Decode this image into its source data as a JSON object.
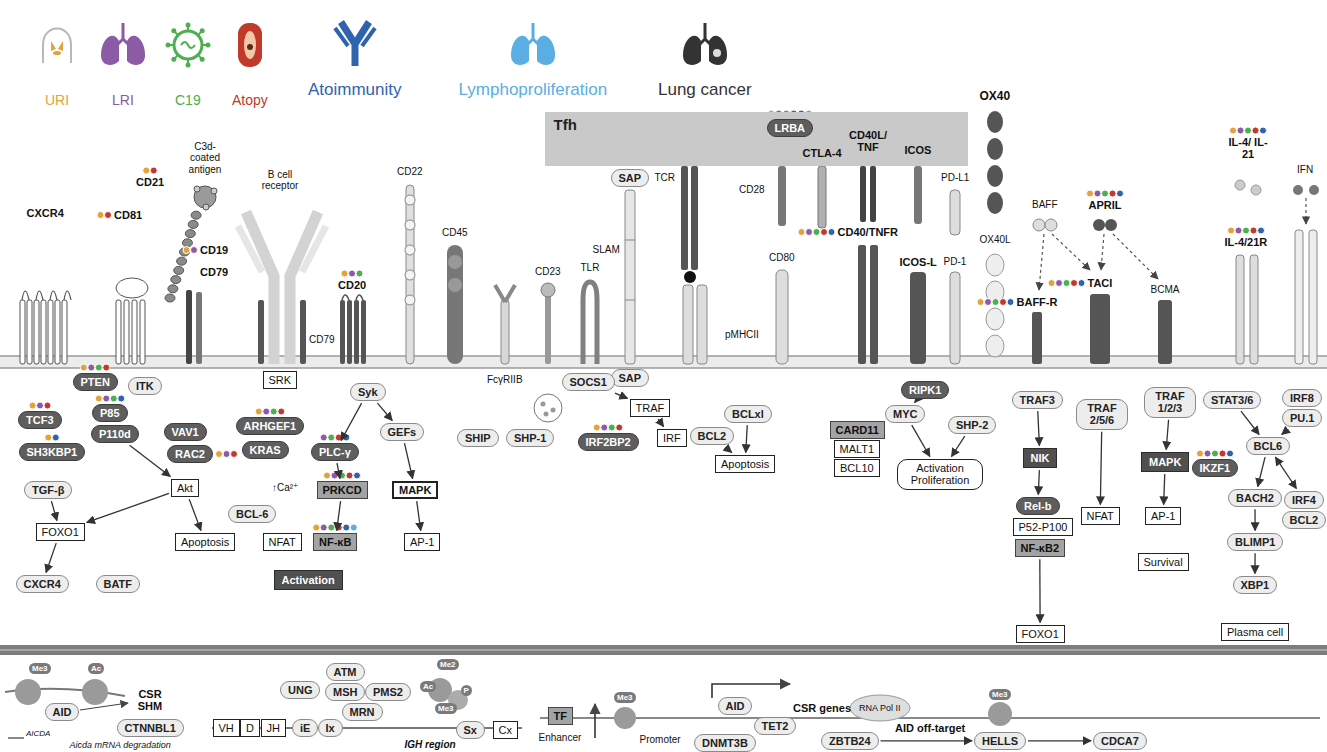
{
  "diagram": {
    "nodes": [
      {
        "text": [
          "Tfh"
        ]
      },
      {
        "text": [
          "LRBA"
        ],
        "in": 0
      },
      {
        "text": [
          "SAP"
        ]
      },
      {
        "text": [
          "SAP"
        ]
      },
      {
        "text": [
          "PTEN"
        ]
      },
      {
        "text": [
          "ITK"
        ]
      },
      {
        "text": [
          "TCF3"
        ]
      },
      {
        "text": [
          "P85"
        ]
      },
      {
        "text": [
          "P110d"
        ]
      },
      {
        "text": [
          "SH3KBP1"
        ]
      },
      {
        "text": [
          "VAV1"
        ]
      },
      {
        "text": [
          "RAC2"
        ]
      },
      {
        "text": [
          "ARHGEF1"
        ]
      },
      {
        "text": [
          "KRAS"
        ]
      },
      {
        "text": [
          "SRK"
        ]
      },
      {
        "text": [
          "Syk"
        ]
      },
      {
        "text": [
          "PLC-γ"
        ]
      },
      {
        "text": [
          "GEFs"
        ]
      },
      {
        "text": [
          "SHIP"
        ]
      },
      {
        "text": [
          "SHP-1"
        ]
      },
      {
        "text": [
          "TGF-β"
        ]
      },
      {
        "text": [
          "Akt"
        ]
      },
      {
        "text": [
          "BCL-6"
        ]
      },
      {
        "text": [
          "Apoptosis"
        ]
      },
      {
        "text": [
          "FOXO1"
        ]
      },
      {
        "text": [
          "CXCR4"
        ]
      },
      {
        "text": [
          "BATF"
        ]
      },
      {
        "text": [
          "PRKCD"
        ]
      },
      {
        "text": [
          "NFAT"
        ]
      },
      {
        "text": [
          "NF-κB"
        ]
      },
      {
        "text": [
          "Activation"
        ]
      },
      {
        "text": [
          "MAPK"
        ]
      },
      {
        "text": [
          "AP-1"
        ]
      },
      {
        "text": [
          "SOCS1"
        ]
      },
      {
        "text": [
          "TRAF"
        ]
      },
      {
        "text": [
          "IRF2BP2"
        ]
      },
      {
        "text": [
          "IRF"
        ]
      },
      {
        "text": [
          "RIPK1"
        ]
      },
      {
        "text": [
          "BCLxl"
        ]
      },
      {
        "text": [
          "BCL2"
        ]
      },
      {
        "text": [
          "Apoptosis"
        ]
      },
      {
        "text": [
          "CARD11"
        ]
      },
      {
        "text": [
          "MALT1"
        ]
      },
      {
        "text": [
          "BCL10"
        ]
      },
      {
        "text": [
          "MYC"
        ]
      },
      {
        "text": [
          "SHP-2"
        ]
      },
      {
        "text": [
          "Activation Proliferation"
        ]
      },
      {
        "text": [
          "TRAF3"
        ]
      },
      {
        "text": [
          "TRAF 2/5/6"
        ]
      },
      {
        "text": [
          "TRAF 1/2/3"
        ]
      },
      {
        "text": [
          "NIK"
        ]
      },
      {
        "text": [
          "MAPK"
        ]
      },
      {
        "text": [
          "Rel-b"
        ]
      },
      {
        "text": [
          "P52-P100"
        ]
      },
      {
        "text": [
          "NF-κB2"
        ]
      },
      {
        "text": [
          "NFAT"
        ]
      },
      {
        "text": [
          "AP-1"
        ]
      },
      {
        "text": [
          "Survival"
        ]
      },
      {
        "text": [
          "FOXO1"
        ]
      },
      {
        "text": [
          "STAT3/6"
        ]
      },
      {
        "text": [
          "IRF8"
        ]
      },
      {
        "text": [
          "PU.1"
        ]
      },
      {
        "text": [
          "BCL6"
        ]
      },
      {
        "text": [
          "IKZF1"
        ]
      },
      {
        "text": [
          "BACH2"
        ]
      },
      {
        "text": [
          "IRF4"
        ]
      },
      {
        "text": [
          "BCL2"
        ]
      },
      {
        "text": [
          "BLIMP1"
        ]
      },
      {
        "text": [
          "XBP1"
        ]
      },
      {
        "text": [
          "Plasma cell"
        ]
      },
      {
        "text": [
          "Me3"
        ]
      },
      {
        "text": [
          "Ac"
        ]
      },
      {
        "text": [
          "AID"
        ]
      },
      {
        "text": [
          "CTNNBL1"
        ]
      },
      {
        "text": [
          "VH"
        ]
      },
      {
        "text": [
          "D"
        ]
      },
      {
        "text": [
          "JH"
        ]
      },
      {
        "text": [
          "iE"
        ]
      },
      {
        "text": [
          "Ix"
        ]
      },
      {
        "text": [
          "UNG"
        ]
      },
      {
        "text": [
          "ATM"
        ]
      },
      {
        "text": [
          "MSH"
        ]
      },
      {
        "text": [
          "PMS2"
        ]
      },
      {
        "text": [
          "MRN"
        ]
      },
      {
        "text": [
          "Me2"
        ]
      },
      {
        "text": [
          "Ac"
        ]
      },
      {
        "text": [
          "P"
        ]
      },
      {
        "text": [
          "Me3"
        ]
      },
      {
        "text": [
          "Sx"
        ]
      },
      {
        "text": [
          "Cx"
        ]
      },
      {
        "text": [
          "TF"
        ]
      },
      {
        "text": [
          "Me3"
        ]
      },
      {
        "text": [
          "AID"
        ]
      },
      {
        "text": [
          "DNMT3B"
        ]
      },
      {
        "text": [
          "TET2"
        ]
      },
      {
        "text": [
          "Me3"
        ]
      },
      {
        "text": [
          "ZBTB24"
        ]
      },
      {
        "text": [
          "HELLS"
        ]
      },
      {
        "text": [
          "CDCA7"
        ]
      }
    ],
    "edges": [
      {
        "from": 8,
        "to": 21,
        "arrow": "to"
      },
      {
        "from": 21,
        "to": 23,
        "arrow": "to"
      },
      {
        "from": 21,
        "to": 24,
        "arrow": "to"
      },
      {
        "from": 20,
        "to": 24,
        "arrow": "to"
      },
      {
        "from": 24,
        "to": 25,
        "arrow": "to"
      },
      {
        "from": 15,
        "to": 16,
        "arrow": "to"
      },
      {
        "from": 15,
        "to": 17,
        "arrow": "to"
      },
      {
        "from": 16,
        "to": 27,
        "arrow": "to"
      },
      {
        "from": 27,
        "to": 29,
        "arrow": "to"
      },
      {
        "from": 17,
        "to": 31,
        "arrow": "to"
      },
      {
        "from": 31,
        "to": 32,
        "arrow": "to"
      },
      {
        "from": 33,
        "to": 34,
        "arrow": "to"
      },
      {
        "from": 34,
        "to": 36,
        "arrow": "to"
      },
      {
        "from": 38,
        "to": 40,
        "arrow": "to"
      },
      {
        "from": 39,
        "to": 40,
        "arrow": "to"
      },
      {
        "from": 37,
        "to": 44,
        "arrow": "to"
      },
      {
        "from": 44,
        "to": 46,
        "arrow": "to"
      },
      {
        "from": 45,
        "to": 46,
        "arrow": "to"
      },
      {
        "from": 47,
        "to": 50,
        "arrow": "to"
      },
      {
        "from": 50,
        "to": 52,
        "arrow": "to"
      },
      {
        "from": 54,
        "to": 58,
        "arrow": "to"
      },
      {
        "from": 48,
        "to": 55,
        "arrow": "to"
      },
      {
        "from": 49,
        "to": 51,
        "arrow": "to"
      },
      {
        "from": 51,
        "to": 56,
        "arrow": "to"
      },
      {
        "from": 59,
        "to": 62,
        "arrow": "to"
      },
      {
        "from": 61,
        "to": 62,
        "arrow": "to"
      },
      {
        "from": 62,
        "to": 64,
        "arrow": "to"
      },
      {
        "from": 62,
        "to": 65,
        "arrow": "both"
      },
      {
        "from": 64,
        "to": 67,
        "arrow": "to"
      },
      {
        "from": 67,
        "to": 68,
        "arrow": "to"
      },
      {
        "from": 96,
        "to": 97,
        "arrow": "to"
      },
      {
        "from": 97,
        "to": 98,
        "arrow": "to"
      }
    ],
    "labels": [
      "C3d- coated antigen",
      "CD21",
      "CXCR4",
      "CD81",
      "CD19",
      "CD79",
      "B cell receptor",
      "CD22",
      "CD45",
      "CD20",
      "CD79",
      "FcγRIIB",
      "CD23",
      "TLR",
      "SLAM",
      "TCR",
      "pMHCII",
      "CD28",
      "CTLA-4",
      "CD80",
      "CD40L/ TNF",
      "CD40/TNFR",
      "ICOS",
      "ICOS-L",
      "PD-L1",
      "PD-1",
      "OX40",
      "OX40L",
      "BAFF",
      "APRIL",
      "BAFF-R",
      "TACI",
      "BCMA",
      "IL-4/ IL-21",
      "IL-4/21R",
      "IFN",
      "↑Ca²⁺",
      "CSR SHM",
      "AICDA",
      "Aicda mRNA degradation",
      "IGH region",
      "Enhancer",
      "Promoter",
      "CSR genes",
      "RNA Pol II",
      "AID off-target"
    ],
    "legend": [
      {
        "text": "URI",
        "color": "#e3a23b"
      },
      {
        "text": "LRI",
        "color": "#8d5ba6"
      },
      {
        "text": "C19",
        "color": "#4caf50"
      },
      {
        "text": "Atopy",
        "color": "#c0392b"
      },
      {
        "text": "Atoimmunity",
        "color": "#2f63b0"
      },
      {
        "text": "Lymphoproliferation",
        "color": "#5aaee3"
      },
      {
        "text": "Lung cancer",
        "color": "#333333"
      }
    ]
  }
}
